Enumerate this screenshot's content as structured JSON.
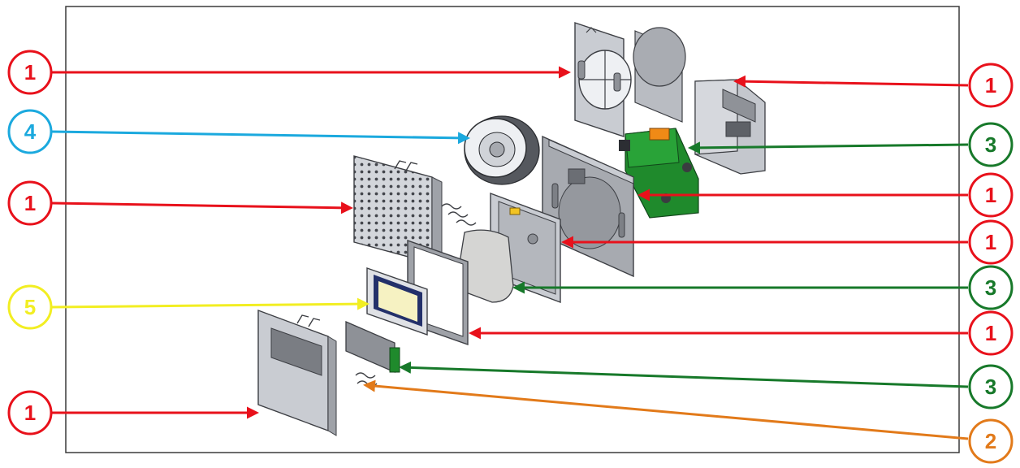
{
  "colors": {
    "red": "#e8111b",
    "green": "#17792a",
    "blue": "#1ba9de",
    "yellow": "#f2ee22",
    "orange": "#e27a1a",
    "frame": "#3a3a3a",
    "part_fill": "#c9ccd2",
    "part_stroke": "#3d3f44",
    "pcb_green": "#1f8a2c",
    "pcb_orange": "#f08a16",
    "display_navy": "#23306a",
    "display_cream": "#f6f2c2",
    "dark_panel": "#7a7d83"
  },
  "callouts": [
    {
      "id": "left-1-top",
      "label": "1",
      "color": "red"
    },
    {
      "id": "left-4",
      "label": "4",
      "color": "blue"
    },
    {
      "id": "left-1-mid",
      "label": "1",
      "color": "red"
    },
    {
      "id": "left-5",
      "label": "5",
      "color": "yellow"
    },
    {
      "id": "left-1-bottom",
      "label": "1",
      "color": "red"
    },
    {
      "id": "right-1-a",
      "label": "1",
      "color": "red"
    },
    {
      "id": "right-3-a",
      "label": "3",
      "color": "green"
    },
    {
      "id": "right-1-b",
      "label": "1",
      "color": "red"
    },
    {
      "id": "right-1-c",
      "label": "1",
      "color": "red"
    },
    {
      "id": "right-3-b",
      "label": "3",
      "color": "green"
    },
    {
      "id": "right-1-d",
      "label": "1",
      "color": "red"
    },
    {
      "id": "right-3-c",
      "label": "3",
      "color": "green"
    },
    {
      "id": "right-2",
      "label": "2",
      "color": "orange"
    }
  ]
}
